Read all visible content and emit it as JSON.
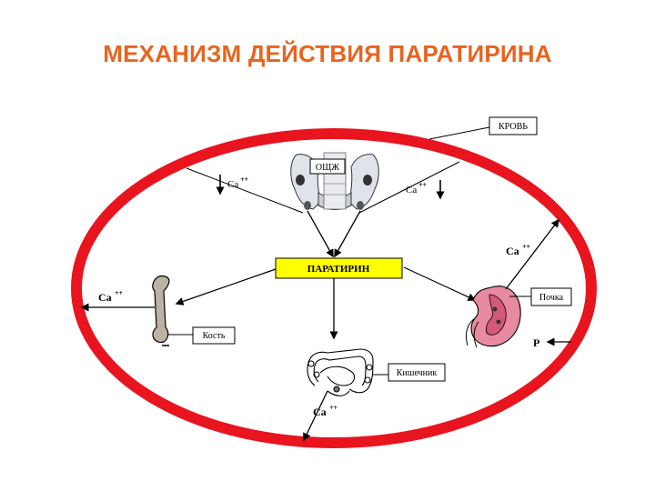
{
  "title": "МЕХАНИЗМ ДЕЙСТВИЯ ПАРАТИРИНА",
  "labels": {
    "blood": "КРОВЬ",
    "gland": "ОЩЖ",
    "hormone": "ПАРАТИРИН",
    "bone": "Кость",
    "kidney": "Почка",
    "intestine": "Кишечник",
    "phosphorus": "P"
  },
  "ions": {
    "symbol": "Ca",
    "charge": "++"
  },
  "colors": {
    "title": "#e8641e",
    "ellipse": "#e8141e",
    "hormone_box": "#ffff00",
    "kidney": "#e88aa0",
    "organ_line": "#000000"
  },
  "icons": {
    "gland": "thyroid-gland-icon",
    "bone": "femur-bone-icon",
    "kidney": "kidney-icon",
    "intestine": "intestine-icon"
  }
}
